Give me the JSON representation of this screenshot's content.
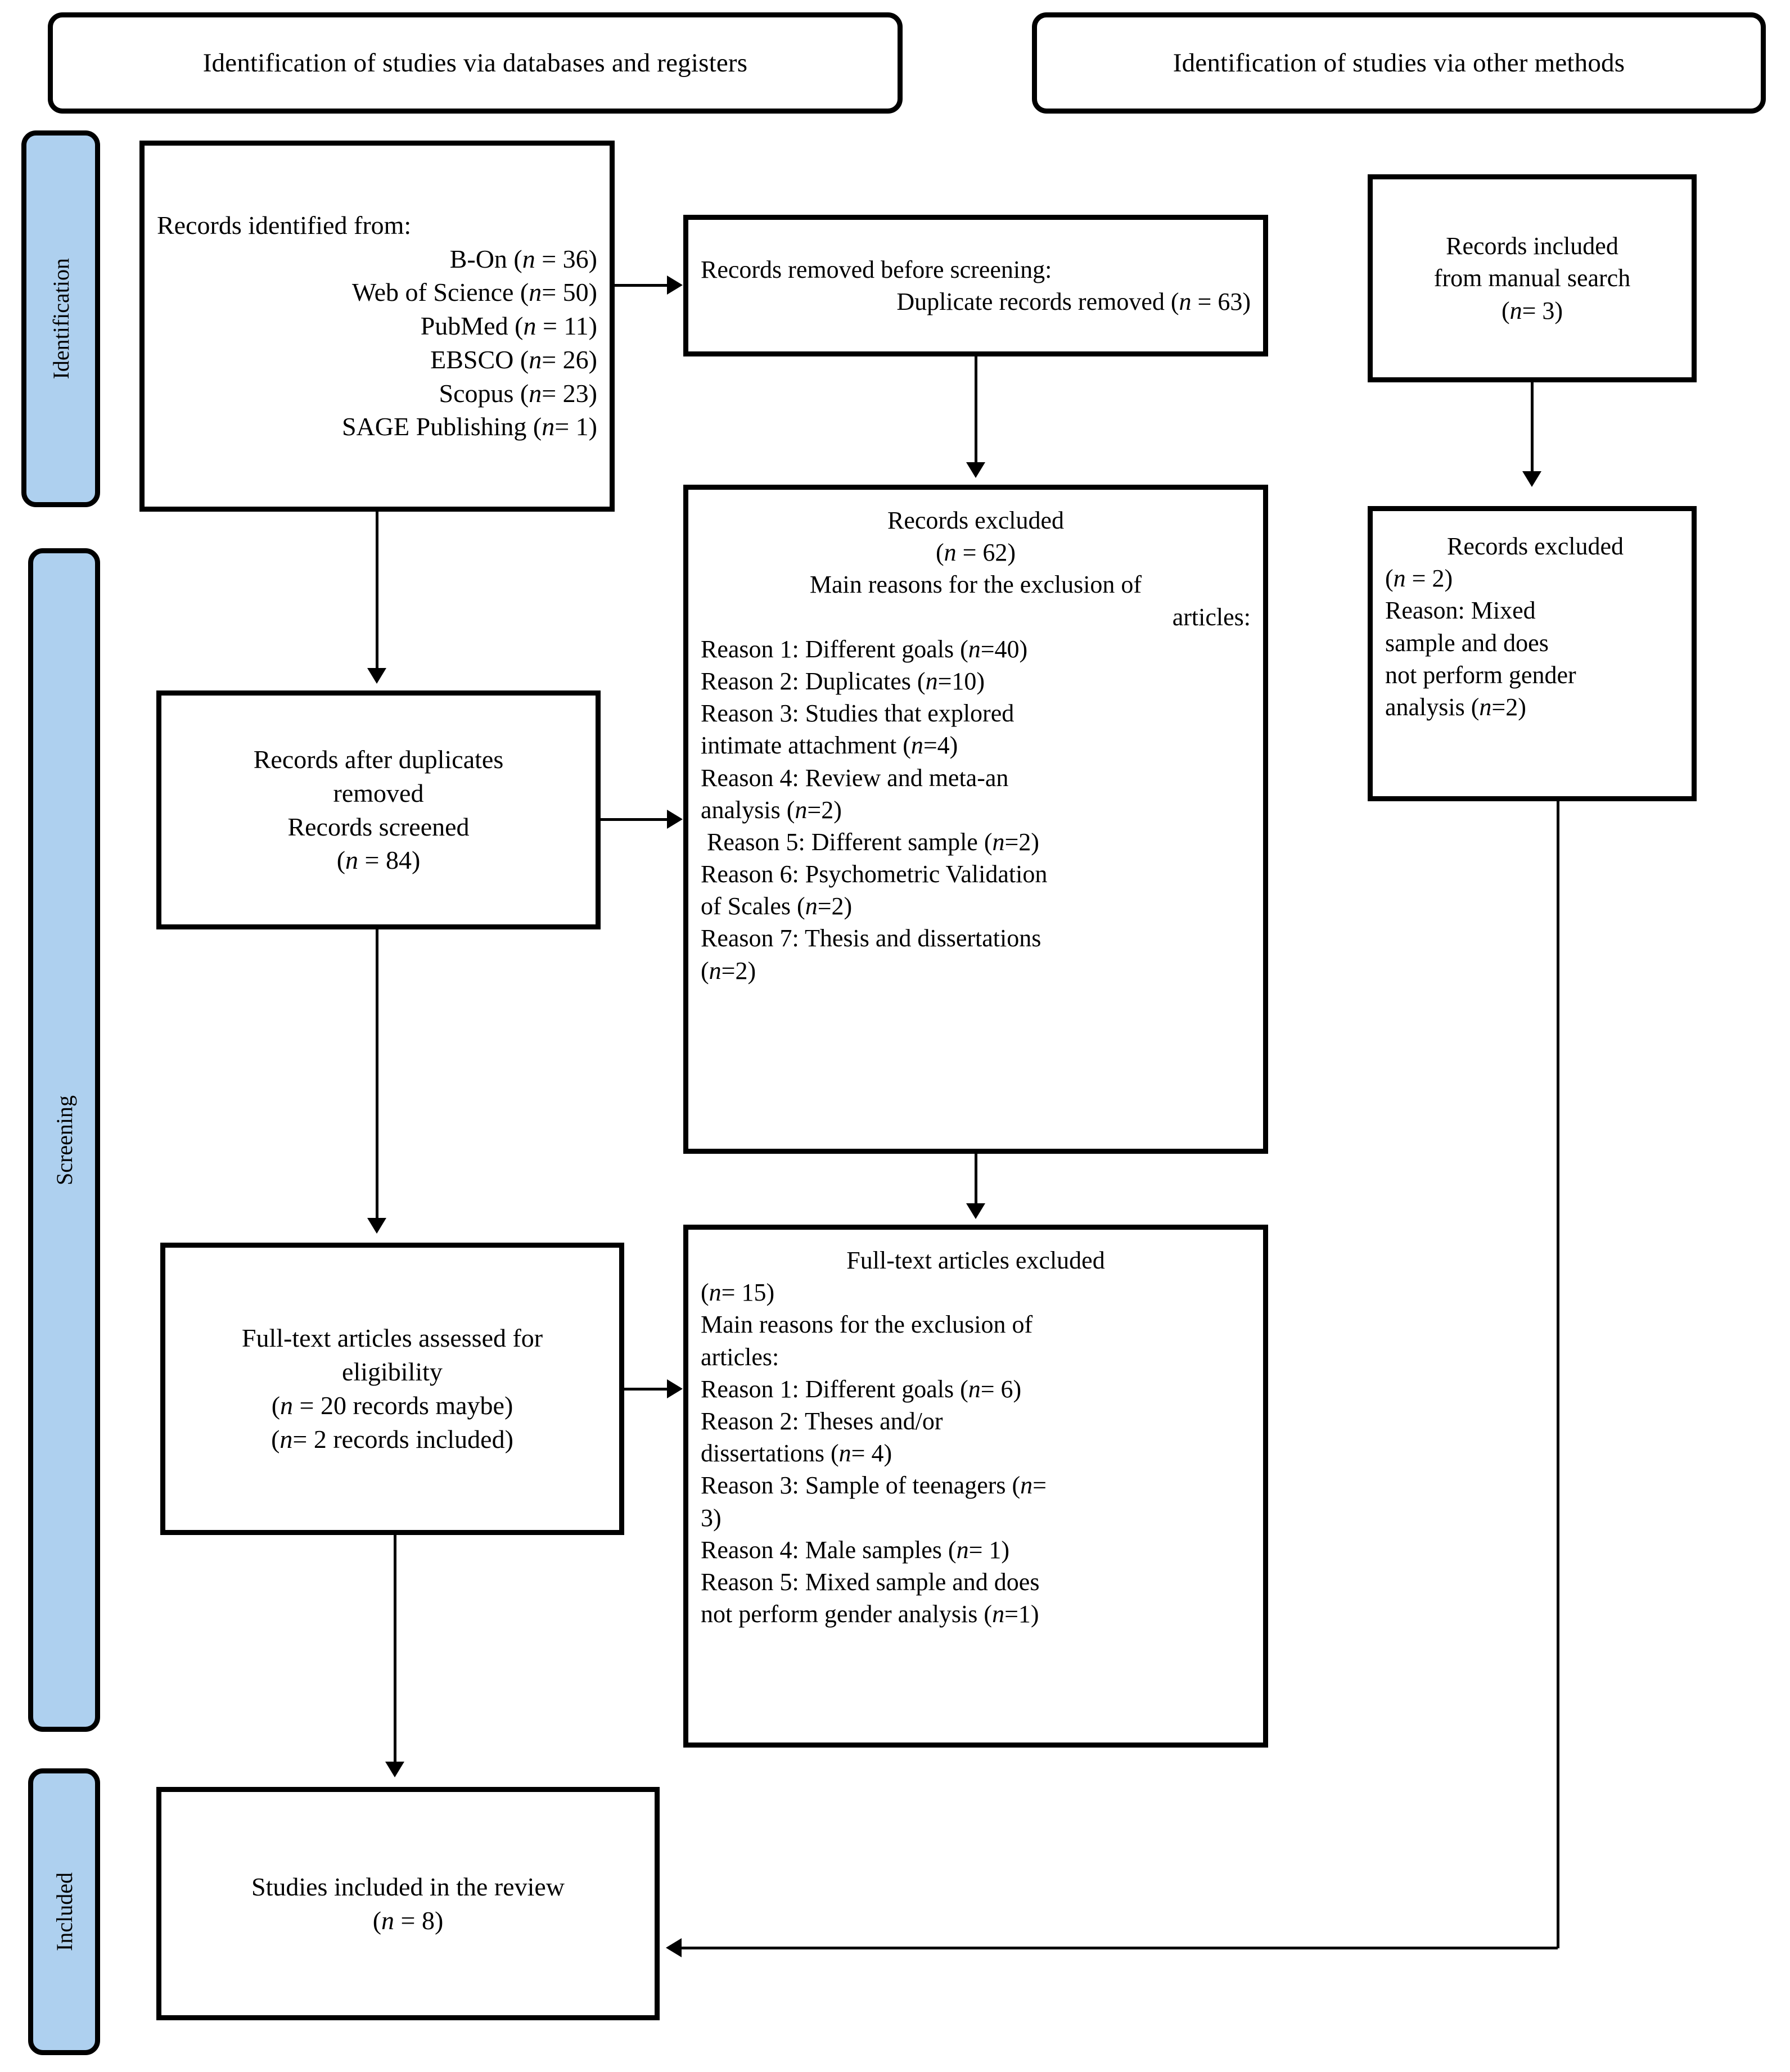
{
  "headers": {
    "databases": "Identification of studies via databases and registers",
    "other_methods": "Identification of studies via other methods"
  },
  "stages": {
    "identification": "Identification",
    "screening": "Screening",
    "included": "Included"
  },
  "boxes": {
    "records_identified": {
      "title": "Records identified from:",
      "sources": [
        "B-On (n = 36)",
        "Web of Science (n= 50)",
        "PubMed (n = 11)",
        "EBSCO (n= 26)",
        "Scopus (n= 23)",
        "SAGE Publishing (n= 1)"
      ]
    },
    "records_removed": {
      "line1": "Records removed before screening:",
      "line2": "Duplicate records removed (n = 63)"
    },
    "records_included_manual": {
      "line1": "Records included",
      "line2": "from manual search",
      "line3": "(n= 3)"
    },
    "records_excluded": {
      "title": "Records excluded",
      "count": "(n = 62)",
      "subtitle": "Main reasons for the exclusion of",
      "subtitle_tail": "articles:",
      "reasons": [
        "Reason 1: Different goals (n=40)",
        "Reason 2: Duplicates (n=10)",
        "Reason 3: Studies that explored",
        "intimate attachment (n=4)",
        "Reason 4: Review and meta-an",
        "analysis (n=2)",
        " Reason 5: Different sample (n=2)",
        "Reason 6: Psychometric Validation",
        "of Scales (n=2)",
        "Reason 7: Thesis and dissertations",
        "(n=2)"
      ]
    },
    "records_excluded_manual": {
      "title": " Records excluded",
      "count": "(n = 2)",
      "reasons": [
        "Reason: Mixed",
        "sample and does",
        "not perform gender",
        "analysis (n=2)"
      ]
    },
    "records_after_duplicates": {
      "line1": "Records after duplicates",
      "line2": "removed",
      "line3": "Records screened",
      "line4": "(n = 84)"
    },
    "fulltext_assessed": {
      "line1": "Full-text articles assessed for",
      "line2": "eligibility",
      "line3": "(n = 20 records maybe)",
      "line4": "(n= 2 records included)"
    },
    "fulltext_excluded": {
      "title": "Full-text articles excluded",
      "count": "(n= 15)",
      "subtitle": "Main reasons for the exclusion of",
      "subtitle_tail": "articles:",
      "reasons": [
        "Reason 1: Different goals (n= 6)",
        "Reason 2: Theses and/or",
        "dissertations (n= 4)",
        "Reason 3: Sample of teenagers (n=",
        "3)",
        "Reason 4: Male samples (n= 1)",
        "Reason 5: Mixed sample and does",
        "not perform gender analysis (n=1)"
      ]
    },
    "studies_included": {
      "line1": "Studies included in the review",
      "line2": "(n = 8)"
    }
  },
  "colors": {
    "stage_fill": "#aed0ef",
    "border": "#000000",
    "background": "#ffffff"
  }
}
